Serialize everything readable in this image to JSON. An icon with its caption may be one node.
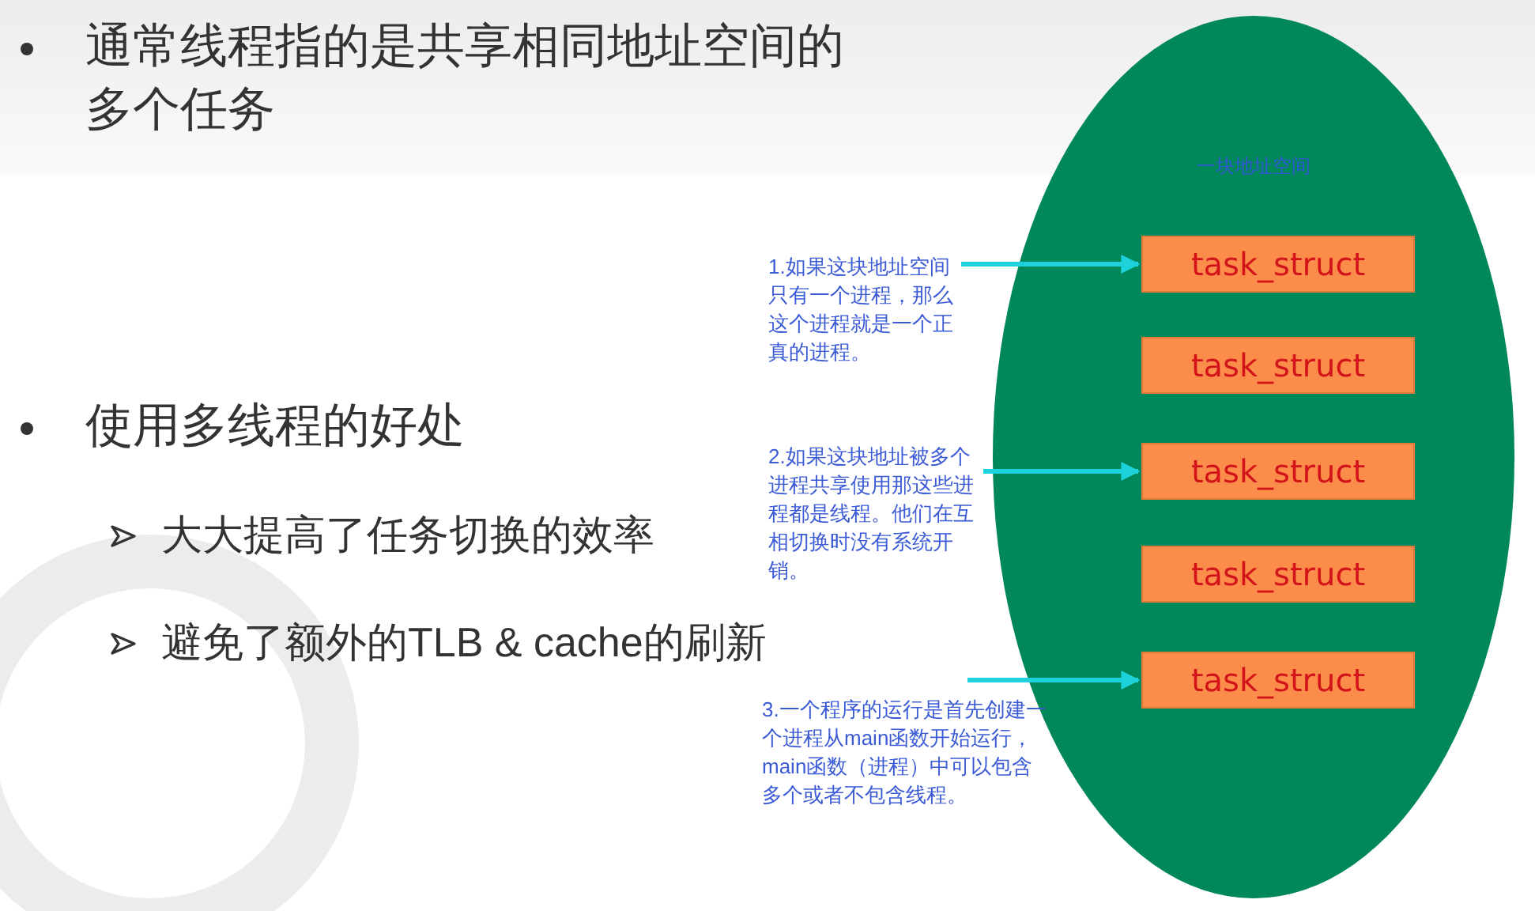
{
  "diagram": {
    "nodes": [
      {
        "text": [
          "一块地址空间"
        ]
      },
      {
        "text": [
          "task_struct"
        ],
        "in": 0
      },
      {
        "text": [
          "task_struct"
        ],
        "in": 0
      },
      {
        "text": [
          "task_struct"
        ],
        "in": 0
      },
      {
        "text": [
          "task_struct"
        ],
        "in": 0
      },
      {
        "text": [
          "task_struct"
        ],
        "in": 0
      },
      {
        "text": [
          "1.如果这块地址空间只有一个进程，那么这个进程就是一个正真的进程。"
        ]
      },
      {
        "text": [
          "2.如果这块地址被多个进程共享使用那这些进程都是线程。他们在互相切换时没有系统开销。"
        ]
      },
      {
        "text": [
          "3.一个程序的运行是首先创建一个进程从main函数开始运行，main函数（进程）中可以包含多个或者不包含线程。"
        ]
      }
    ],
    "edges": [
      {
        "from": 6,
        "to": 1,
        "arrow": "to"
      },
      {
        "from": 7,
        "to": 3,
        "arrow": "to"
      },
      {
        "from": 8,
        "to": 5,
        "arrow": "to"
      }
    ],
    "labels": [
      "通常线程指的是共享相同地址空间的多个任务",
      "使用多线程的好处",
      "大大提高了任务切换的效率",
      "避免了额外的TLB & cache的刷新"
    ]
  }
}
